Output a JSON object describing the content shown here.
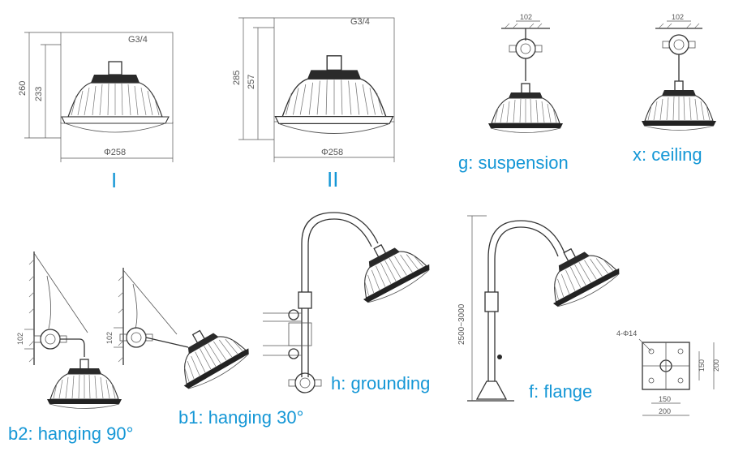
{
  "colors": {
    "label": "#1597d6",
    "line": "#333333",
    "dim_text": "#555555"
  },
  "view_I": {
    "thread": "G3/4",
    "height_total": "260",
    "height_body": "233",
    "diameter": "Φ258",
    "caption": "I"
  },
  "view_II": {
    "thread": "G3/4",
    "height_total": "285",
    "height_body": "257",
    "diameter": "Φ258",
    "caption": "II"
  },
  "view_g": {
    "dim_top": "102",
    "caption": "g: suspension"
  },
  "view_x": {
    "dim_top": "102",
    "caption": "x: ceiling"
  },
  "view_b2": {
    "dim_side": "102",
    "caption": "b2: hanging 90°"
  },
  "view_b1": {
    "dim_side": "102",
    "caption": "b1: hanging 30°"
  },
  "view_h": {
    "caption": "h: grounding"
  },
  "view_f": {
    "pole_height": "2500~3000",
    "caption": "f: flange"
  },
  "flange_plate": {
    "holes": "4-Φ14",
    "inner_h": "150",
    "outer_h": "200",
    "inner_w": "150",
    "outer_w": "200"
  }
}
